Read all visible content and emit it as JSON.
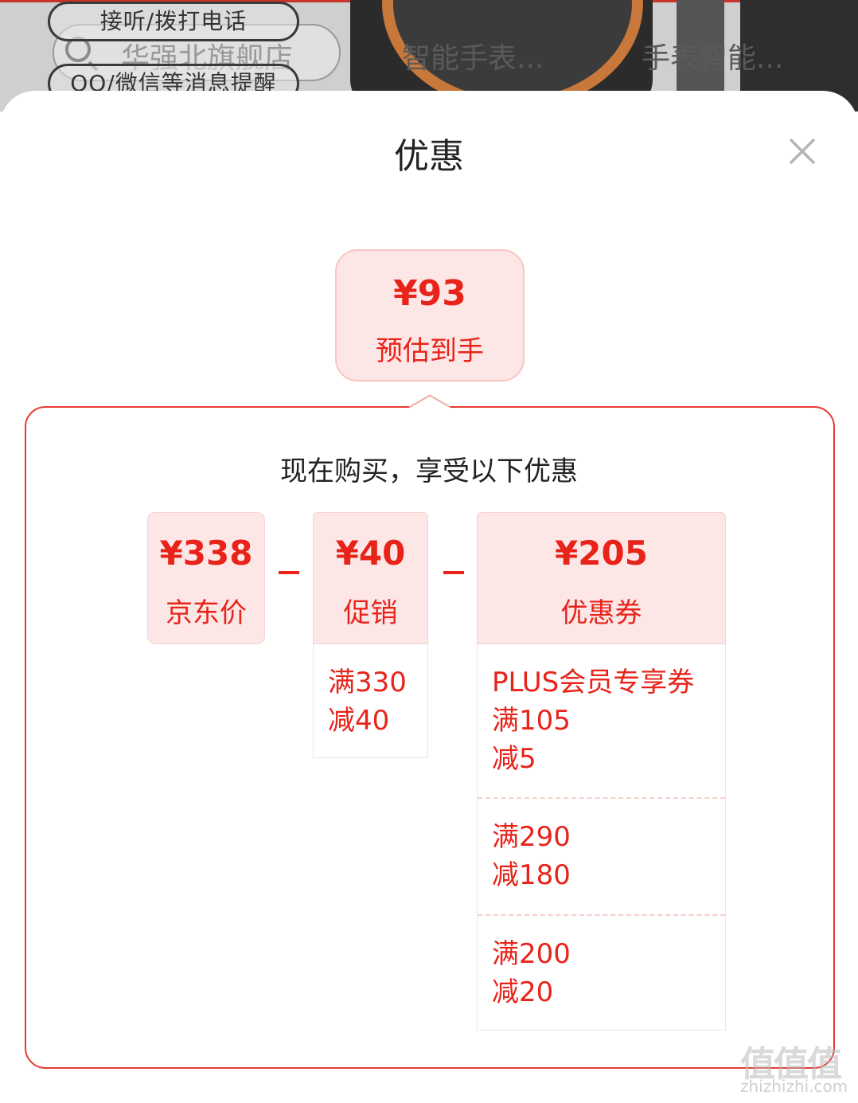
{
  "background": {
    "pills": [
      "接听/拨打电话",
      "QQ/微信等消息提醒"
    ],
    "search_placeholder": "华强北旗舰店",
    "categories": [
      "智能手表...",
      "手表智能..."
    ]
  },
  "sheet": {
    "title": "优惠",
    "estimate": {
      "price": "¥93",
      "label": "预估到手"
    },
    "subtitle": "现在购买，享受以下优惠",
    "breakdown": {
      "jd_price": {
        "price": "¥338",
        "label": "京东价"
      },
      "promotion": {
        "price": "¥40",
        "label": "促销",
        "items": [
          {
            "line1": "满330",
            "line2": "减40"
          }
        ]
      },
      "coupon": {
        "price": "¥205",
        "label": "优惠券",
        "items": [
          {
            "line0": "PLUS会员专享券",
            "line1": "满105",
            "line2": "减5"
          },
          {
            "line1": "满290",
            "line2": "减180"
          },
          {
            "line1": "满200",
            "line2": "减20"
          }
        ]
      }
    }
  },
  "watermark": {
    "logo": "值值值",
    "url": "zhizhizhi.com"
  },
  "colors": {
    "accent": "#e8231a",
    "frame": "#e43b30",
    "box_bg": "#fde7e6",
    "text_dark": "#222222"
  },
  "icons": {
    "close": "close-icon",
    "search": "search-icon"
  }
}
